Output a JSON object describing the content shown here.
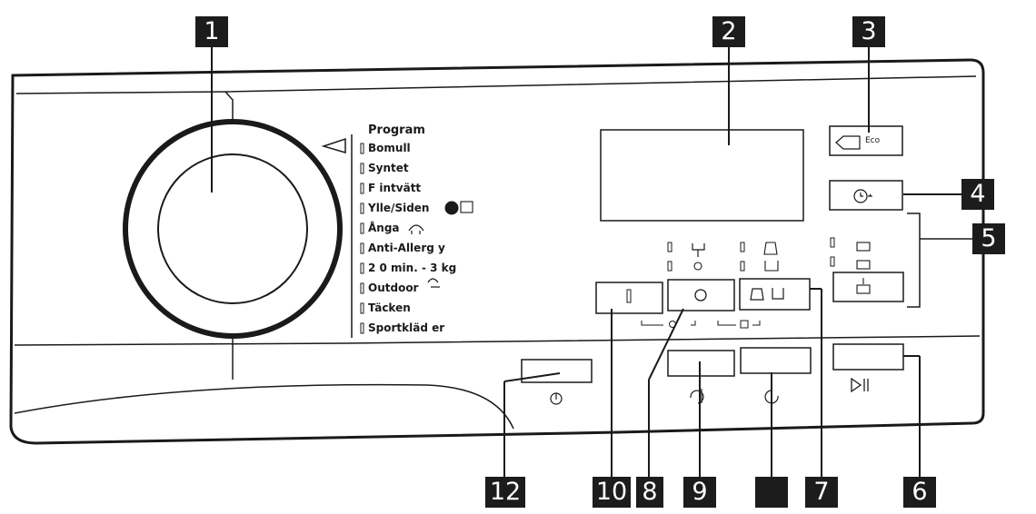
{
  "program_panel": {
    "title": "Program",
    "items": [
      "Bomull",
      "Syntet",
      "F intvätt",
      "Ylle/Siden",
      "Ånga",
      "Anti-Allerg y",
      "2 0 min. - 3 kg",
      "Outdoor",
      "Täcken",
      "Sportkläd er"
    ]
  },
  "eco_button": {
    "label": "Eco"
  },
  "callouts": {
    "c1": "1",
    "c2": "2",
    "c3": "3",
    "c4": "4",
    "c5": "5",
    "c6": "6",
    "c7": "7",
    "c8": "8",
    "c9": "9",
    "c10": "10",
    "c11": "",
    "c12": "12"
  },
  "icons": [
    "knob",
    "display",
    "eco-icon",
    "timer-icon",
    "prewash-icon",
    "extra-rinse-icon",
    "temperature-icon",
    "spin-icon",
    "stain-icon",
    "steam-icon",
    "time-save-icon",
    "start-pause-icon",
    "power-icon",
    "child-lock-icon",
    "door-lock-icon"
  ],
  "colors": {
    "line": "#1a1a1a",
    "callout_bg": "#1c1c1c",
    "callout_text": "#ffffff",
    "background": "#ffffff"
  }
}
